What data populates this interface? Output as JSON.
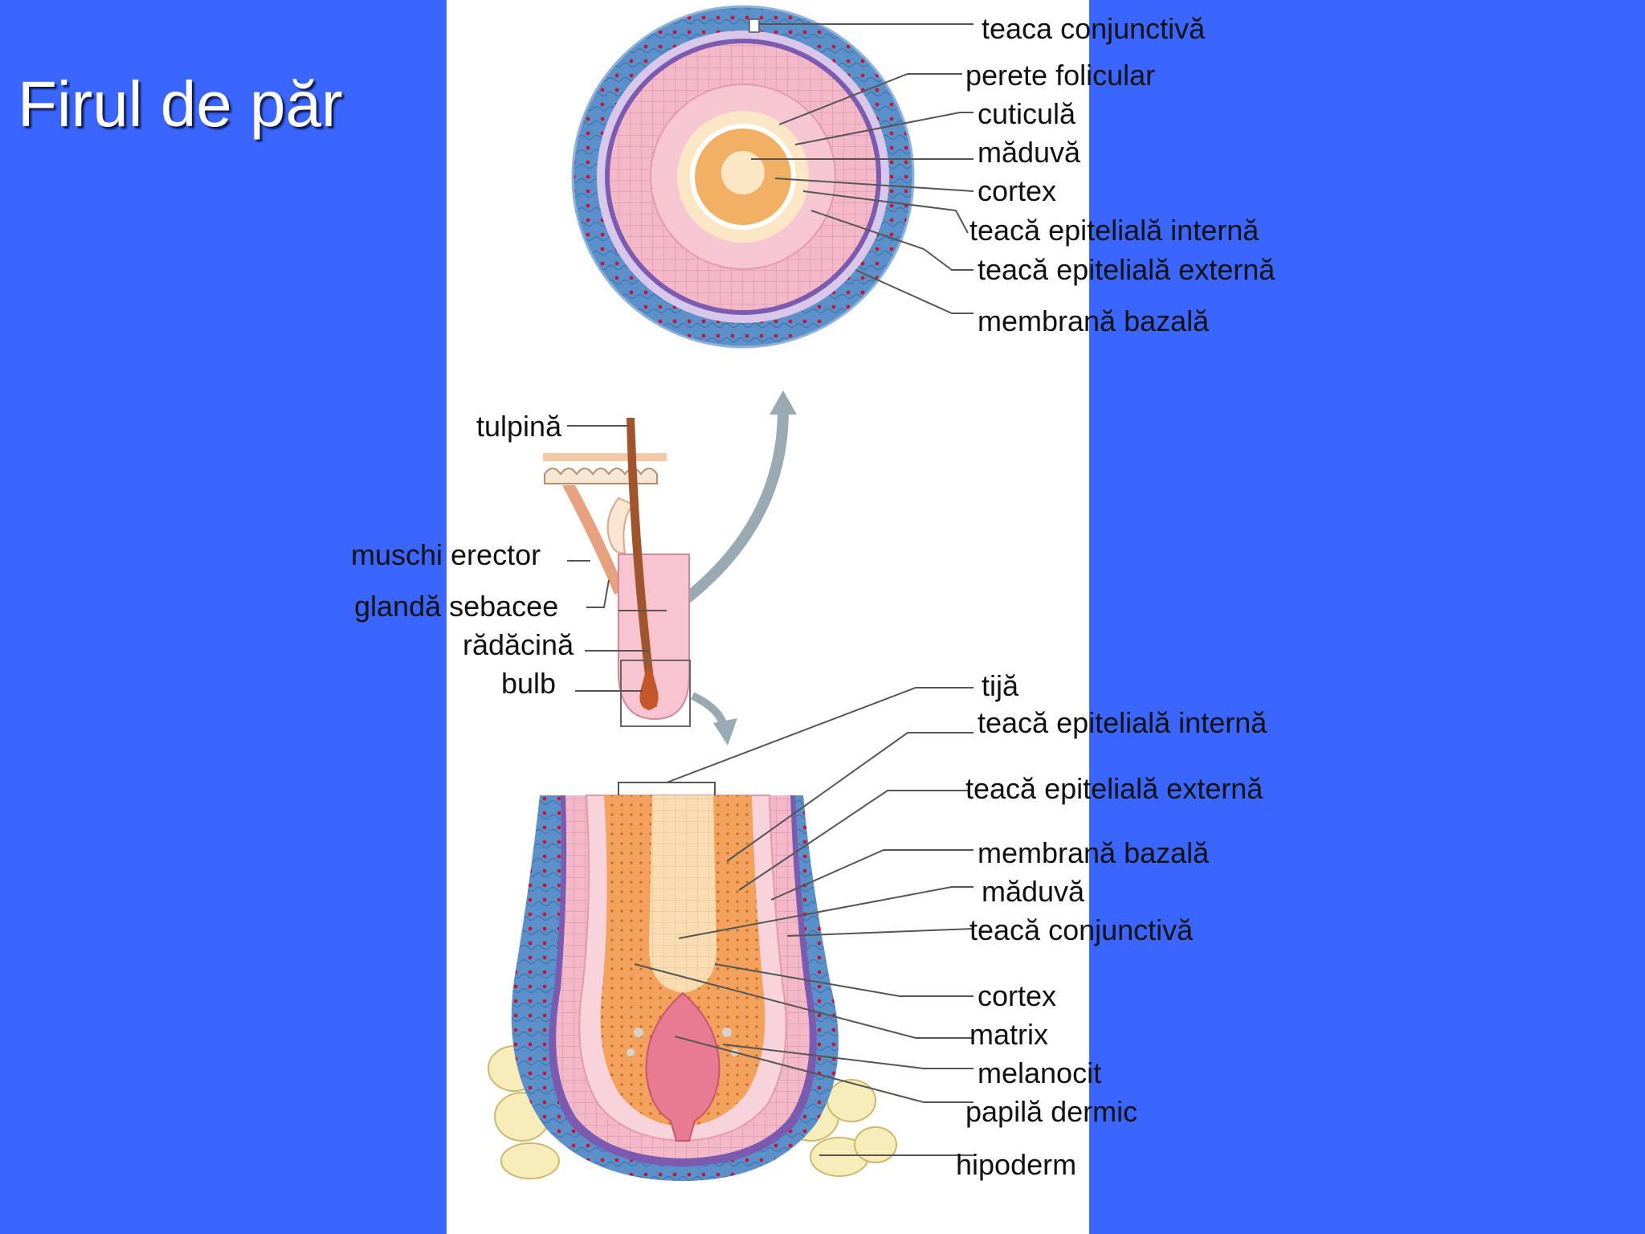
{
  "slide": {
    "title": "Firul de păr",
    "background_color": "#3a66ff",
    "panel_color": "#ffffff"
  },
  "cross_section": {
    "labels": [
      "teaca conjunctivă",
      "perete folicular",
      "cuticulă",
      "măduvă",
      "cortex",
      "teacă epitelială internă",
      "teacă epitelială externă",
      "membrană bazală"
    ]
  },
  "whole_hair": {
    "labels": [
      "tulpină",
      "muschi erector",
      "glandă sebacee",
      "rădăcină",
      "bulb"
    ]
  },
  "bulb_section": {
    "labels": [
      "tijă",
      "teacă epitelială internă",
      "teacă epitelială externă",
      "membrană bazală",
      "măduvă",
      "teacă conjunctivă",
      "cortex",
      "matrix",
      "melanocit",
      "papilă dermic",
      "hipoderm"
    ]
  },
  "colors": {
    "connective_sheath": "#5b90c9",
    "outer_sheath": "#f4b9c9",
    "cortex": "#f2a25c",
    "medulla": "#f8ddb2",
    "basal_membrane": "#7b5bb0",
    "papilla": "#e77b92",
    "hypodermis": "#f7edb9",
    "cell_nuclei": "#c2173d"
  }
}
